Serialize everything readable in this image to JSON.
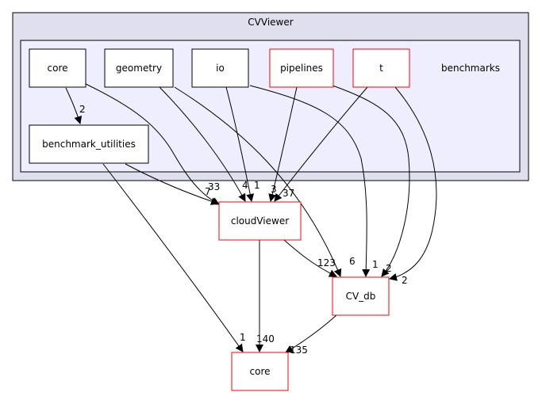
{
  "outer_cluster": {
    "label": "CVViewer",
    "fill": "#dfdfee",
    "stroke": "#000000"
  },
  "inner_cluster": {
    "label": "benchmarks",
    "fill": "#eeeeff",
    "stroke": "#000000"
  },
  "nodes": {
    "core_inner": {
      "label": "core",
      "color": "#000000"
    },
    "geometry": {
      "label": "geometry",
      "color": "#000000"
    },
    "io": {
      "label": "io",
      "color": "#000000"
    },
    "pipelines": {
      "label": "pipelines",
      "color": "#ff0000"
    },
    "t": {
      "label": "t",
      "color": "#ff0000"
    },
    "benchmark_utilities": {
      "label": "benchmark_utilities",
      "color": "#000000"
    },
    "cloudViewer": {
      "label": "cloudViewer",
      "color": "#ff0000"
    },
    "cv_db": {
      "label": "CV_db",
      "color": "#ff0000"
    },
    "core_outer": {
      "label": "core",
      "color": "#ff0000"
    }
  },
  "edge_labels": {
    "core_inner_to_benchmark_utilities": "2",
    "benchmark_utilities_cloudViewer": "7",
    "core_inner_cloudViewer": "33",
    "geometry_cloudViewer": "4",
    "io_cloudViewer": "1",
    "pipelines_cloudViewer": "3",
    "t_cloudViewer": "37",
    "geometry_cv_db": "6",
    "io_cv_db": "1",
    "pipelines_cv_db": "2",
    "t_cv_db": "2",
    "cloudViewer_cv_db": "123",
    "benchmark_utilities_core": "1",
    "cloudViewer_core": "140",
    "cv_db_core": "135"
  }
}
